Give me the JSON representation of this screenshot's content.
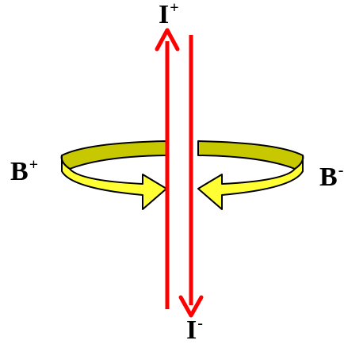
{
  "labels": {
    "i_plus": {
      "base": "I",
      "sup": "+"
    },
    "i_minus": {
      "base": "I",
      "sup": "-"
    },
    "b_plus": {
      "base": "B",
      "sup": "+"
    },
    "b_minus": {
      "base": "B",
      "sup": "-"
    }
  },
  "colors": {
    "current_arrow": "#ff0000",
    "field_arrow_fill": "#ffff33",
    "field_arrow_shade": "#c8c800",
    "outline": "#000000",
    "label": "#000000"
  }
}
